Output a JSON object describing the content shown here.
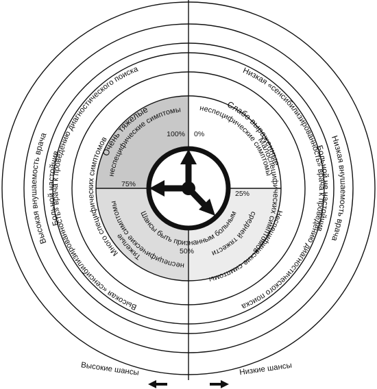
{
  "left_outer": "Высокая внушаемость врача",
  "left_ring3": "Больной настойчив",
  "left_ring4": "Высокая «сенсибилизированность» врача к проведению диагностического поиска",
  "left_ring5": "Много специфических симптомов",
  "right_outer": "Низкая внушаемость врача",
  "right_ring3": "Больной не настойчив",
  "right_ring4": "Низкая «сенсибилизированность» врача к проведению диагностического поиска",
  "right_ring5": "Малоспецифических симптомов",
  "q_topleft_1": "Очень тяжелые",
  "q_topleft_2": "неспецифические симптомы",
  "q_topright_1": "Слабо выраженные",
  "q_topright_2": "неспецифические симптомы",
  "q_bottomleft_1": "Тяжелые",
  "q_bottomleft_2": "неспецифические симптомы",
  "q_bottomright_1": "Неспецифические симптомы",
  "q_bottomright_2": "средней тяжести",
  "center_label": "Шансы быть признанным больным",
  "pct_100": "100%",
  "pct_0": "0%",
  "pct_75": "75%",
  "pct_25": "25%",
  "pct_50": "50%",
  "bottom_left": "Высокие шансы",
  "bottom_right": "Низкие шансы",
  "colors": {
    "shade_dark": "#c8c8c8",
    "shade_light": "#e8e8e8",
    "line": "#111111"
  }
}
